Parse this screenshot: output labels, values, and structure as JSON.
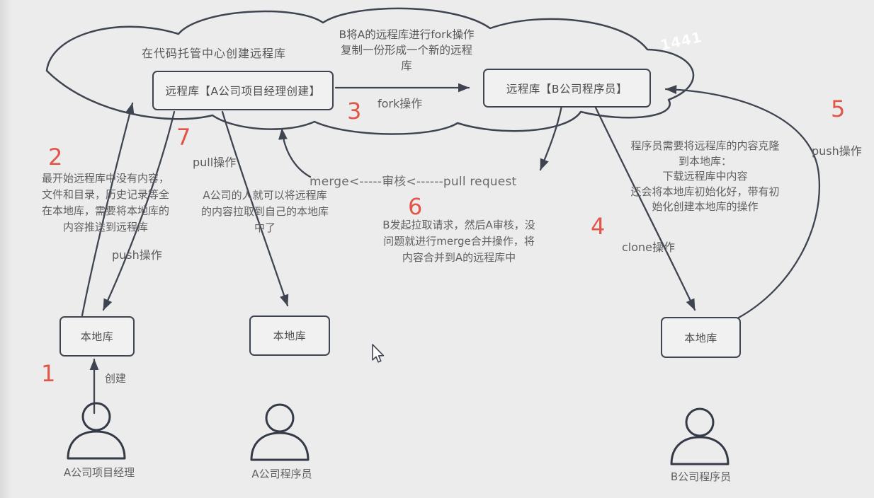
{
  "colors": {
    "background": "#ececec",
    "line": "#3f4550",
    "annotation_text": "#606060",
    "box_text": "#4d4d4d",
    "step_red": "#e15649",
    "watermark_white": "#ffffff"
  },
  "watermark": "1441",
  "cloud": {
    "title": "在代码托管中心创建远程库",
    "fork_note": "B将A的远程库进行fork操作\n复制一份形成一个新的远程\n库"
  },
  "nodes": {
    "remote_a": "远程库【A公司项目经理创建】",
    "remote_b": "远程库【B公司程序员】",
    "locals": [
      "本地库",
      "本地库",
      "本地库"
    ]
  },
  "steps": {
    "step1": {
      "num": "1",
      "label": "创建"
    },
    "step2": {
      "num": "2",
      "note": "最开始远程库中没有内容，\n文件和目录，历史记录等全\n在本地库，需要将本地库的\n内容推送到远程库",
      "label": "push操作"
    },
    "step3": {
      "num": "3",
      "label": "fork操作"
    },
    "step4": {
      "num": "4",
      "note": "程序员需要将远程库的内容克隆\n到本地库：\n下载远程库中内容\n还会将本地库初始化好，带有初\n始化创建本地库的操作",
      "label": "clone操作"
    },
    "step5": {
      "num": "5",
      "label": "push操作"
    },
    "step6": {
      "num": "6",
      "flow": "merge<-----审核<------pull request",
      "note": "B发起拉取请求，然后A审核，没\n问题就进行merge合并操作，将\n内容合并到A的远程库中"
    },
    "step7": {
      "num": "7",
      "label": "pull操作",
      "note": "A公司的人就可以将远程库\n的内容拉取到自己的本地库\n中了"
    }
  },
  "people": [
    "A公司项目经理",
    "A公司程序员",
    "B公司程序员"
  ]
}
